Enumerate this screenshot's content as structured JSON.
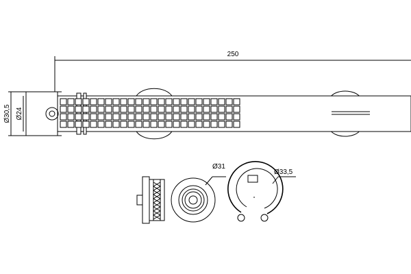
{
  "dimensions": {
    "length": "250",
    "outer_diameter": "Ø30,5",
    "inner_diameter": "Ø24",
    "seal_diameter": "Ø31",
    "circlip_diameter": "Ø33,5"
  }
}
